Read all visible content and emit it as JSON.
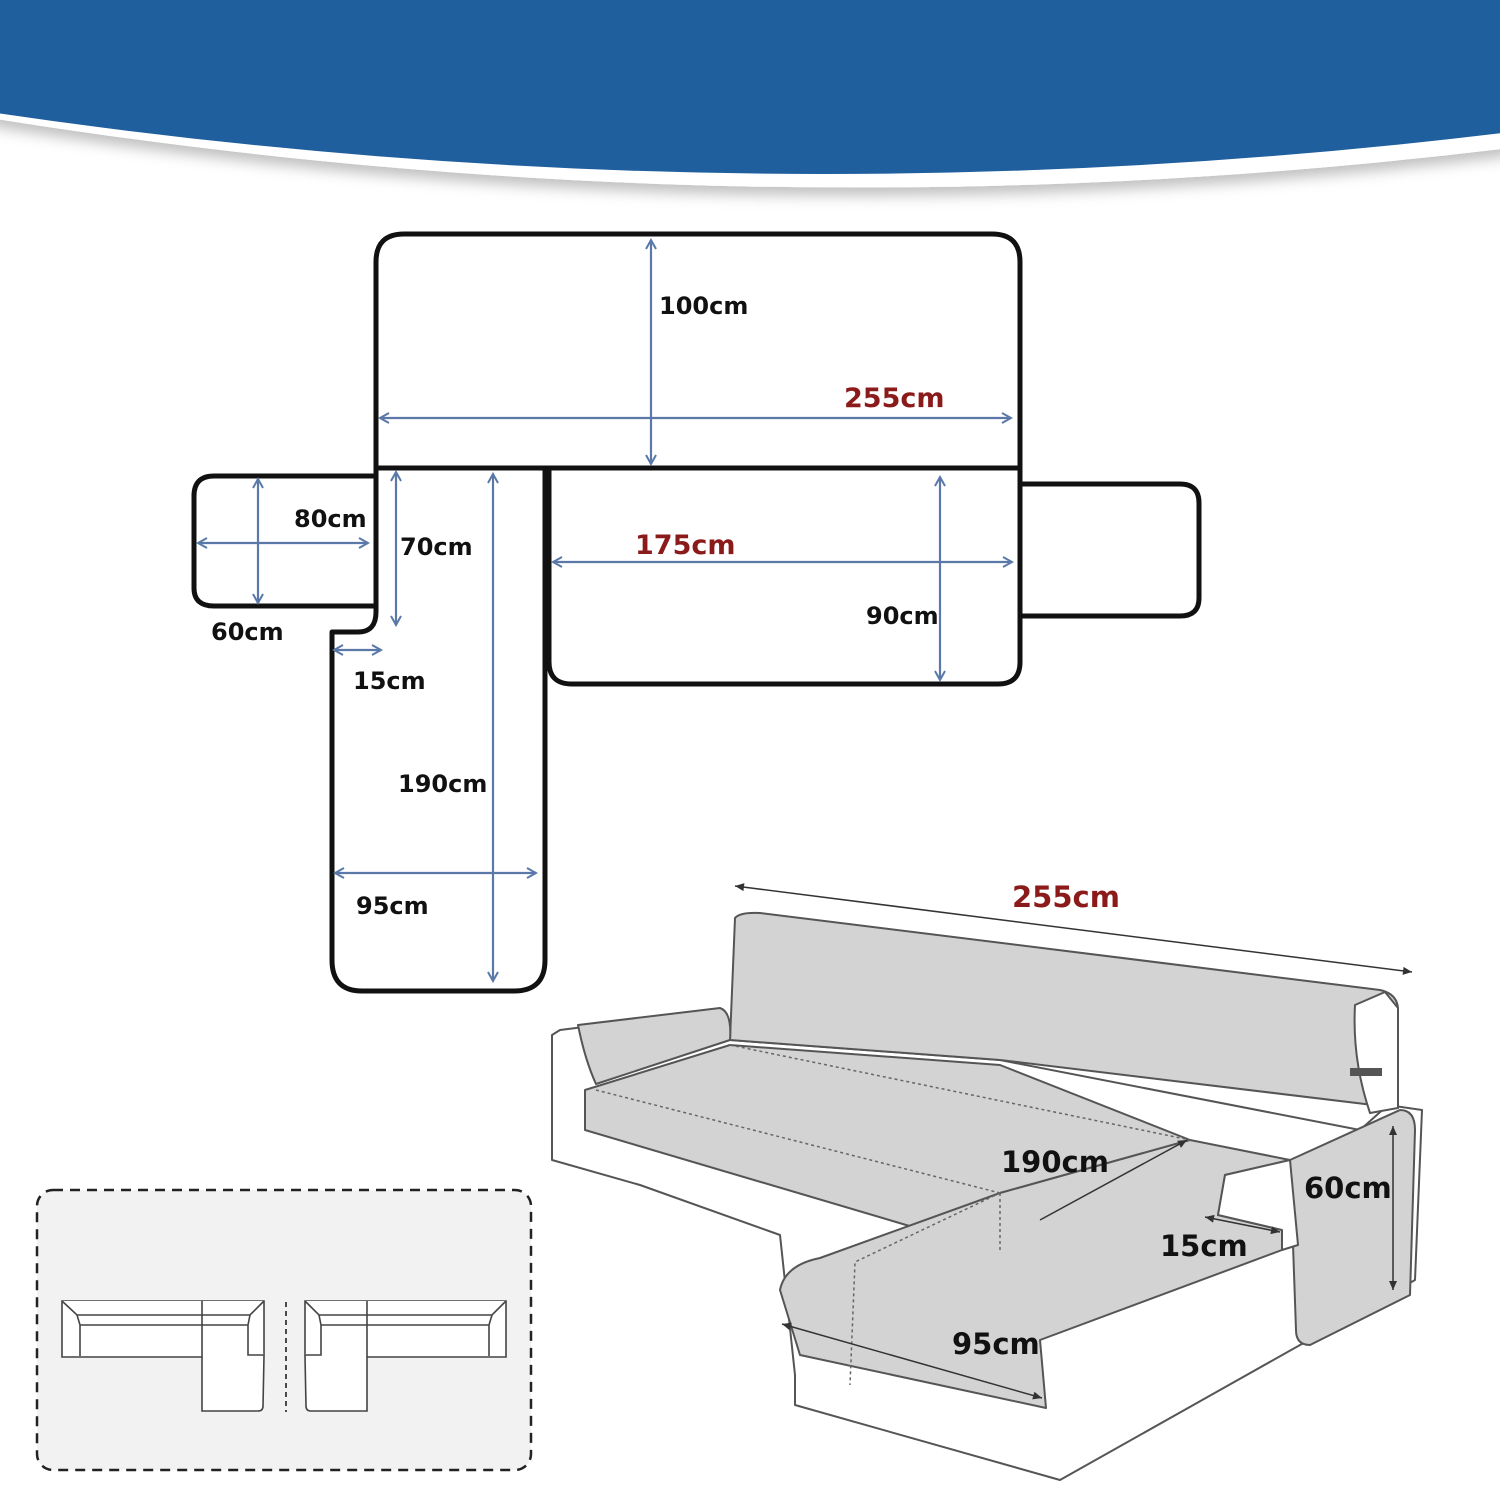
{
  "colors": {
    "header": "#1f5f9e",
    "arrow": "#5a78a8",
    "accent_text": "#8b1a1a",
    "outline": "#111111",
    "cover_fill": "#d3d3d3"
  },
  "flat_layout": {
    "back_height": "100cm",
    "back_width": "255cm",
    "left_arm_width": "80cm",
    "left_arm_height": "60cm",
    "chaise_upper": "70cm",
    "chaise_notch": "15cm",
    "chaise_length": "190cm",
    "chaise_width": "95cm",
    "seat_width": "175cm",
    "seat_depth": "90cm"
  },
  "sofa_view": {
    "total_width": "255cm",
    "chaise_length": "190cm",
    "arm_height": "60cm",
    "arm_width": "15cm",
    "chaise_width": "95cm"
  }
}
